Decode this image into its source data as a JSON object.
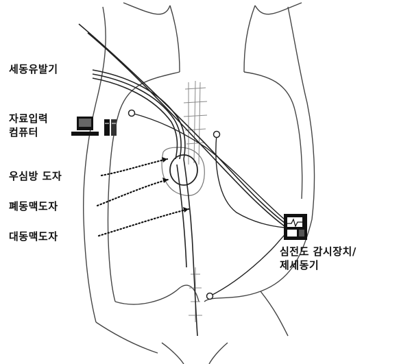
{
  "labels": {
    "pacing_catheter": "세동유발기",
    "data_computer_line1": "자료입력",
    "data_computer_line2": "컴퓨터",
    "right_atrium_catheter": "우심방 도자",
    "pulmonary_artery_catheter": "폐동맥도자",
    "aorta_catheter": "대동맥도자",
    "ecg_monitor_line1": "심전도 감시장치/",
    "ecg_monitor_line2": "제세동기"
  },
  "icons": {
    "computer": "computer-icon",
    "monitor": "ecg-monitor-icon"
  },
  "colors": {
    "ink": "#111111",
    "outline": "#444444",
    "background": "#ffffff"
  }
}
